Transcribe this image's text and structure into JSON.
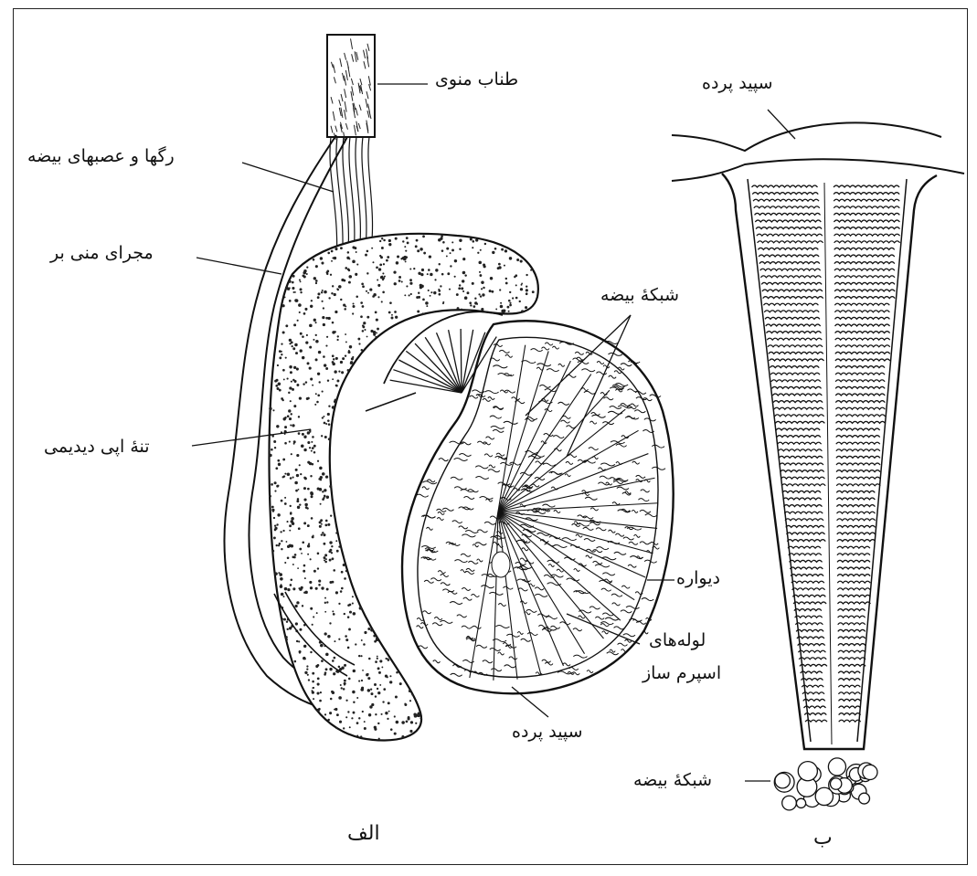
{
  "figure": {
    "panel_a_letter": "الف",
    "panel_b_letter": "ب"
  },
  "labels": {
    "spermatic_cord": "طناب منوی",
    "vessels_nerves": "رگها و عصبهای بیضه",
    "vas_deferens": "مجرای منی بر",
    "epididymis_body": "تنهٔ اپی دیدیمی",
    "rete_testis_a": "شبکهٔ بیضه",
    "septum": "دیواره",
    "tubules_line1": "لوله‌های",
    "tubules_line2": "اسپرم ساز",
    "tunica_a": "سپید پرده",
    "tunica_b": "سپید پرده",
    "rete_testis_b": "شبکهٔ بیضه"
  },
  "colors": {
    "ink": "#111111",
    "paper": "#ffffff"
  }
}
